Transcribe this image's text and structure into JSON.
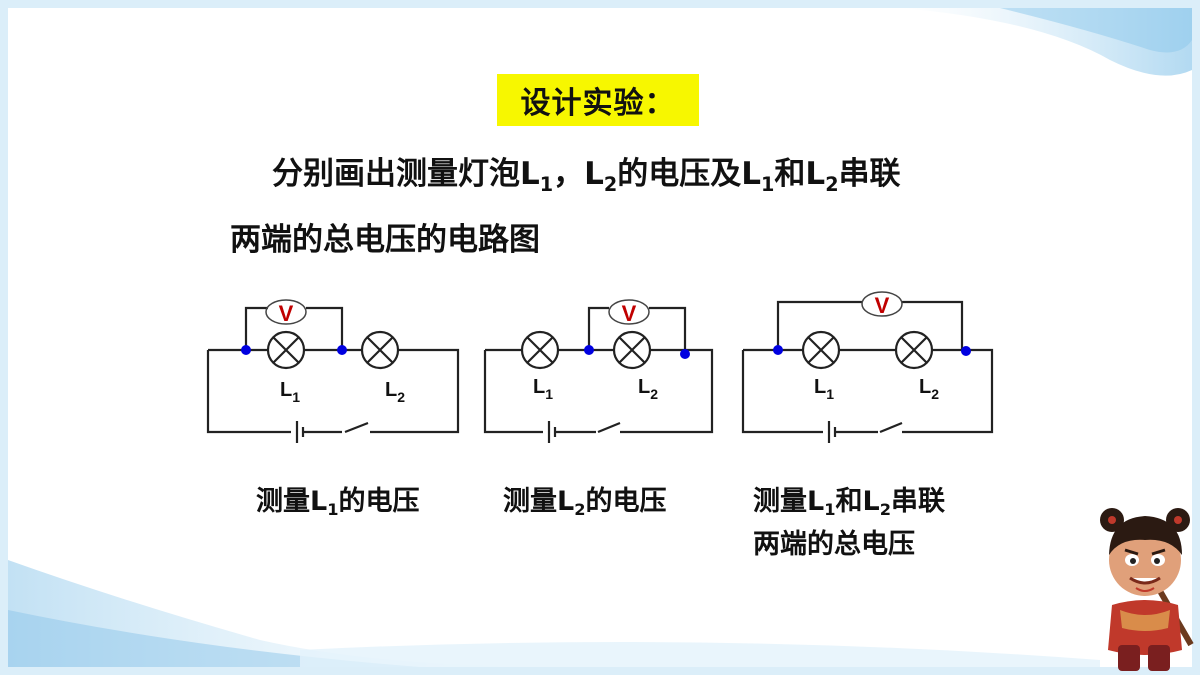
{
  "heading": "设计实验：",
  "task": {
    "p1": "分别画出测量灯泡L",
    "s1": "1",
    "p2": "，L",
    "s2": "2",
    "p3": "的电压及L",
    "s3": "1",
    "p4": "和L",
    "s4": "2",
    "p5": "串联",
    "line2": "两端的总电压的电路图"
  },
  "meter_label": "V",
  "lamp_labels": {
    "l1": "L",
    "l1_sub": "1",
    "l2": "L",
    "l2_sub": "2"
  },
  "captions": {
    "c1": {
      "a": "测量L",
      "s": "1",
      "b": "的电压"
    },
    "c2": {
      "a": "测量L",
      "s": "2",
      "b": "的电压"
    },
    "c3": {
      "a": "测量L",
      "s1": "1",
      "b": "和L",
      "s2": "2",
      "c": "串联",
      "line2": "两端的总电压"
    }
  },
  "colors": {
    "meter": "#c00000",
    "node": "#0000e0",
    "banner": "#f7f700"
  }
}
